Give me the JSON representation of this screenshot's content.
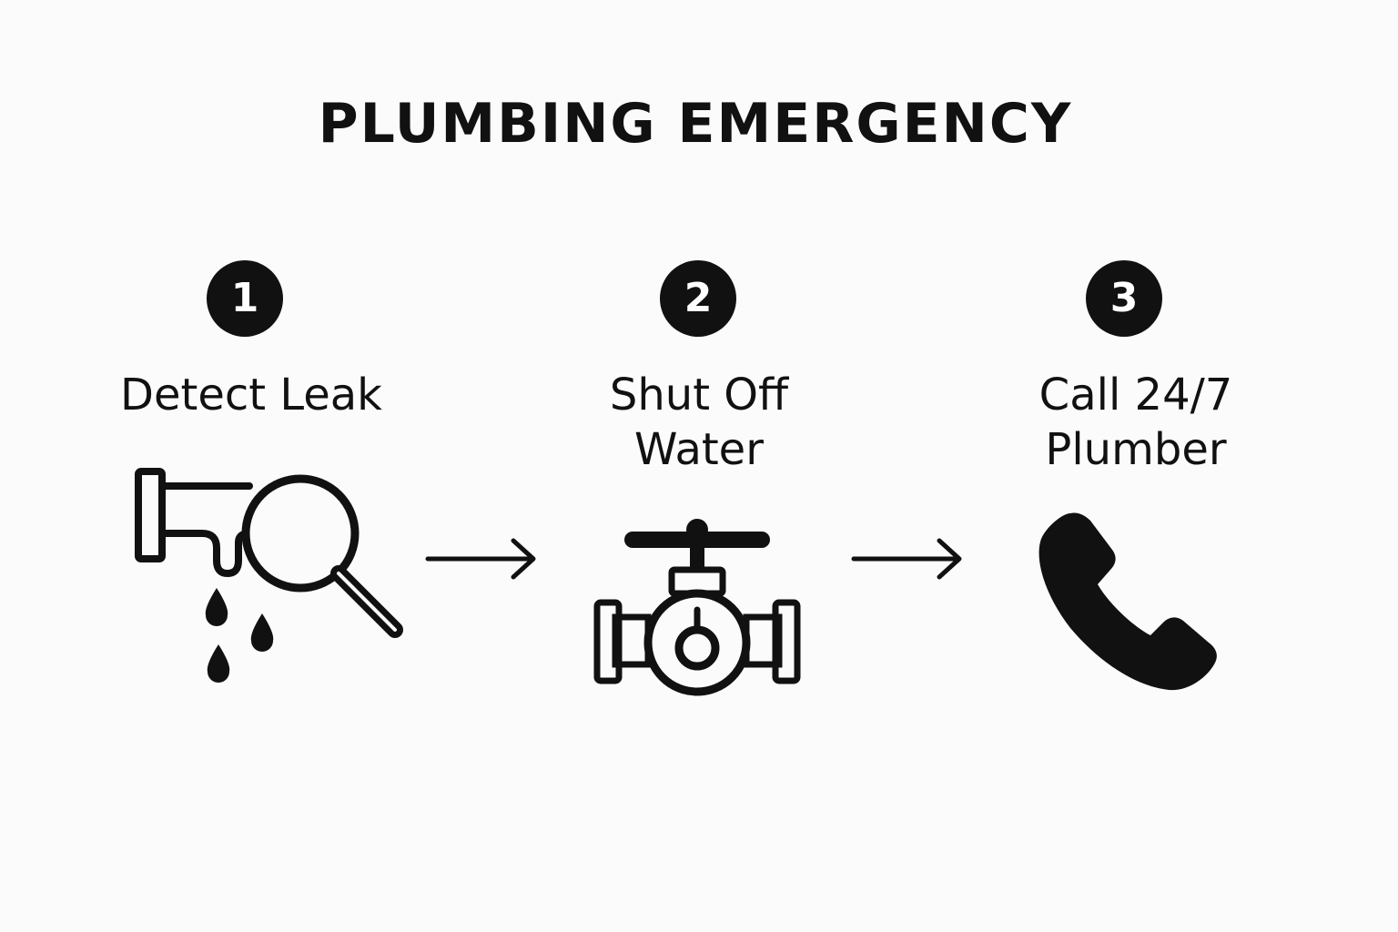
{
  "title": "PLUMBING EMERGENCY",
  "steps": [
    {
      "number": "1",
      "lines": [
        "Detect Leak"
      ],
      "icon": "leak-magnifier-icon"
    },
    {
      "number": "2",
      "lines": [
        "Shut Off",
        "Water"
      ],
      "icon": "shutoff-valve-icon"
    },
    {
      "number": "3",
      "lines": [
        "Call 24/7",
        "Plumber"
      ],
      "icon": "phone-icon"
    }
  ],
  "connectors": [
    "arrow-right-icon",
    "arrow-right-icon"
  ],
  "colors": {
    "ink": "#111111",
    "background": "#fbfbfb",
    "badge_text": "#ffffff"
  }
}
